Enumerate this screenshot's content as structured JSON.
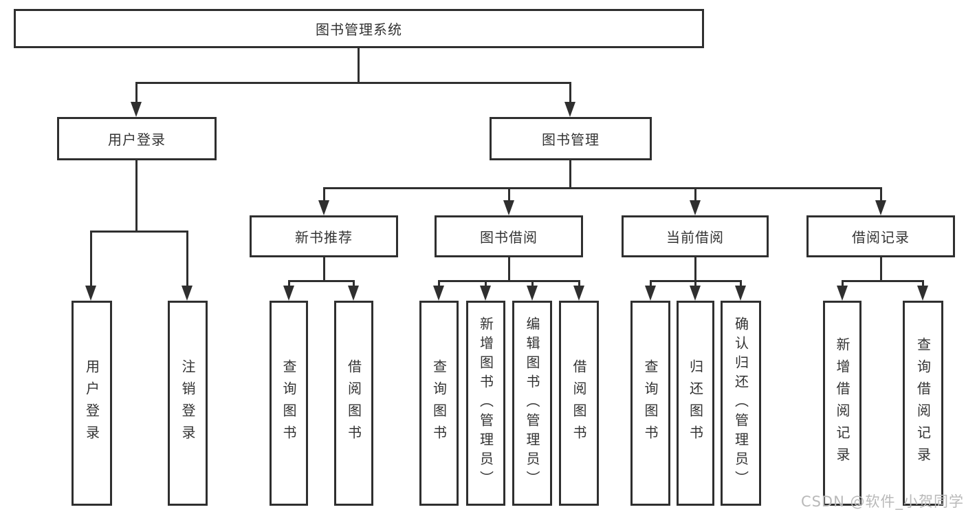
{
  "diagram_type": "tree-hierarchy",
  "colors": {
    "line": "#2f2f2f",
    "text": "#333333",
    "background": "#ffffff",
    "watermark_text": "#b9b9b9"
  },
  "nodes": {
    "root": {
      "label": "图书管理系统",
      "children": [
        "user_login",
        "book_mgmt"
      ]
    },
    "user_login": {
      "label": "用户登录",
      "children": [
        "leaf_user_login",
        "leaf_logout"
      ]
    },
    "book_mgmt": {
      "label": "图书管理",
      "children": [
        "new_book_rec",
        "book_borrow",
        "current_borrow",
        "borrow_records"
      ]
    },
    "new_book_rec": {
      "label": "新书推荐",
      "children": [
        "rec_query_book",
        "rec_borrow_book"
      ]
    },
    "book_borrow": {
      "label": "图书借阅",
      "children": [
        "bb_query_book",
        "bb_add_book",
        "bb_edit_book",
        "bb_borrow_book"
      ]
    },
    "current_borrow": {
      "label": "当前借阅",
      "children": [
        "cb_query_book",
        "cb_return_book",
        "cb_confirm_return"
      ]
    },
    "borrow_records": {
      "label": "借阅记录",
      "children": [
        "br_add_record",
        "br_query_record"
      ]
    },
    "leaf_user_login": {
      "label": "用户登录"
    },
    "leaf_logout": {
      "label": "注销登录"
    },
    "rec_query_book": {
      "label": "查询图书"
    },
    "rec_borrow_book": {
      "label": "借阅图书"
    },
    "bb_query_book": {
      "label": "查询图书"
    },
    "bb_add_book": {
      "label": "新增图书（管理员）"
    },
    "bb_edit_book": {
      "label": "编辑图书（管理员）"
    },
    "bb_borrow_book": {
      "label": "借阅图书"
    },
    "cb_query_book": {
      "label": "查询图书"
    },
    "cb_return_book": {
      "label": "归还图书"
    },
    "cb_confirm_return": {
      "label": "确认归还（管理员）"
    },
    "br_add_record": {
      "label": "新增借阅记录"
    },
    "br_query_record": {
      "label": "查询借阅记录"
    }
  },
  "watermark": {
    "text": "CSDN @软件_小贺同学"
  }
}
